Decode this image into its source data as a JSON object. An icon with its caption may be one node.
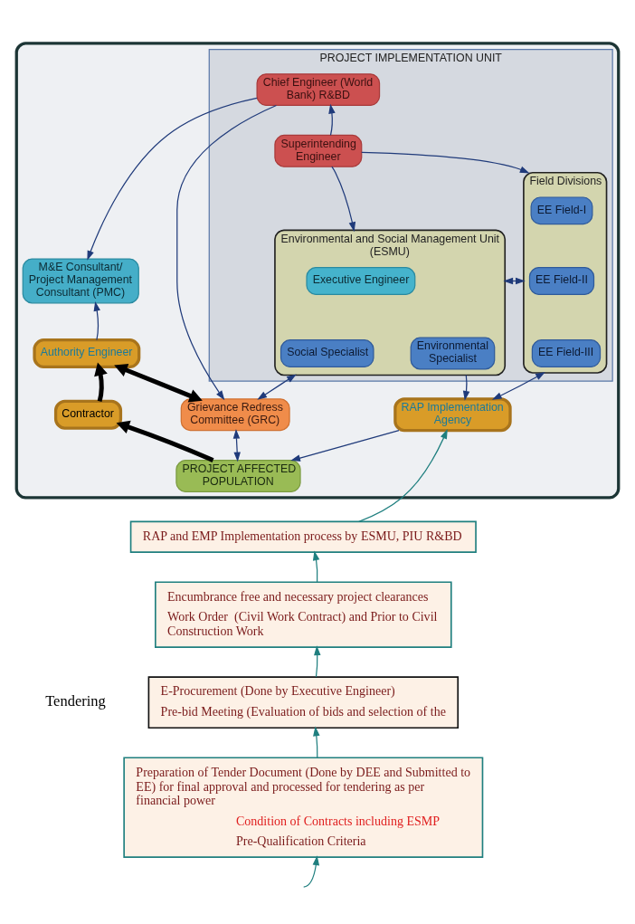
{
  "diagram": {
    "nodes": [
      {
        "text": [],
        "shape": "box"
      },
      {
        "text": [
          "PROJECT IMPLEMENTATION UNIT"
        ],
        "in": 0
      },
      {
        "text": [
          "Chief Engineer (World Bank) R&BD"
        ],
        "in": 1
      },
      {
        "text": [
          "Superintending Engineer"
        ],
        "in": 1
      },
      {
        "text": [
          "Field Divisions"
        ],
        "in": 1
      },
      {
        "text": [
          "EE Field-I"
        ],
        "in": 4
      },
      {
        "text": [
          "EE Field-II"
        ],
        "in": 4
      },
      {
        "text": [
          "EE Field-III"
        ],
        "in": 4
      },
      {
        "text": [
          "Environmental and Social Management Unit (ESMU)"
        ],
        "in": 1
      },
      {
        "text": [
          "Executive Engineer"
        ],
        "in": 8
      },
      {
        "text": [
          "Environmental Specialist"
        ],
        "in": 8
      },
      {
        "text": [
          "Social Specialist"
        ],
        "in": 8
      },
      {
        "text": [
          "M&E Consultant/ Project Management Consultant (PMC)"
        ],
        "in": 0
      },
      {
        "text": [
          "Authority Engineer"
        ],
        "in": 0
      },
      {
        "text": [
          "Grievance Redress Committee (GRC)"
        ],
        "in": 0
      },
      {
        "text": [
          "Contractor"
        ],
        "in": 0
      },
      {
        "text": [
          "RAP Implementation Agency"
        ],
        "in": 0
      },
      {
        "text": [
          "PROJECT AFFECTED POPULATION"
        ],
        "in": 0
      },
      {
        "text": [
          "RAP and EMP Implementation process by ESMU, PIU R&BD"
        ]
      },
      {
        "text": [
          "Encumbrance free and necessary project clearances",
          "Work Order  (Civil Work Contract) and Prior to Civil Construction Work"
        ]
      },
      {
        "text": [
          "E-Procurement (Done by Executive Engineer)",
          "Pre-bid Meeting (Evaluation of bids and selection of the"
        ]
      },
      {
        "text": [
          "Preparation of Tender Document (Done by DEE and Submitted to EE) for final approval and processed for tendering as per financial power",
          "Condition of Contracts including ESMP",
          "Pre-Qualification Criteria"
        ]
      }
    ],
    "edges": [
      {
        "from": 3,
        "to": 2,
        "arrow": "to"
      },
      {
        "from": 3,
        "to": 4,
        "arrow": "to"
      },
      {
        "from": 3,
        "to": 8,
        "arrow": "to"
      },
      {
        "from": 4,
        "to": 8,
        "arrow": "both"
      },
      {
        "from": 2,
        "to": 12,
        "arrow": "to"
      },
      {
        "from": 2,
        "to": 14,
        "arrow": "to"
      },
      {
        "from": 8,
        "to": 14,
        "arrow": "both"
      },
      {
        "from": 8,
        "to": 16,
        "arrow": "to"
      },
      {
        "from": 4,
        "to": 16,
        "arrow": "both"
      },
      {
        "from": 16,
        "to": 17,
        "arrow": "to"
      },
      {
        "from": 14,
        "to": 17,
        "arrow": "both"
      },
      {
        "from": 13,
        "to": 12,
        "arrow": "to"
      },
      {
        "from": 13,
        "to": 14,
        "arrow": "both",
        "style": "thick",
        "color": "#000000"
      },
      {
        "from": 15,
        "to": 13,
        "arrow": "to",
        "style": "thick",
        "color": "#000000"
      },
      {
        "from": 17,
        "to": 15,
        "arrow": "to",
        "style": "thick",
        "color": "#000000"
      },
      {
        "from": null,
        "to": 21,
        "arrow": "to",
        "color": "#1f7f7f"
      },
      {
        "from": 21,
        "to": 20,
        "arrow": "to",
        "color": "#1f7f7f"
      },
      {
        "from": 20,
        "to": 19,
        "arrow": "to",
        "color": "#1f7f7f"
      },
      {
        "from": 19,
        "to": 18,
        "arrow": "to",
        "color": "#1f7f7f"
      },
      {
        "from": 18,
        "to": 16,
        "arrow": "to",
        "color": "#1f7f7f"
      }
    ],
    "labels": [
      "Tendering"
    ]
  }
}
